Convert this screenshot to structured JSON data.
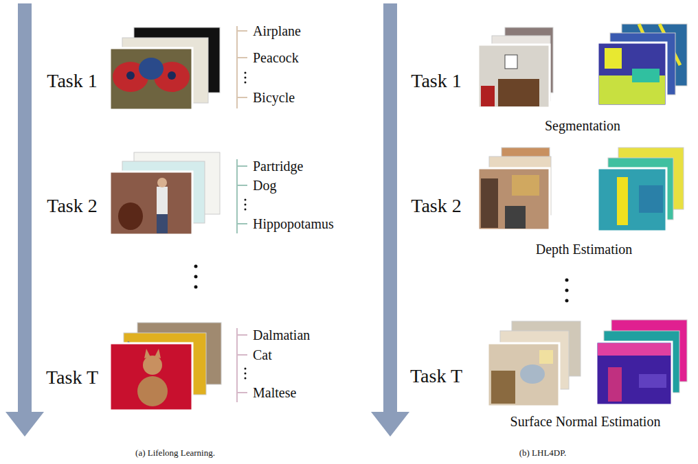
{
  "diagram": {
    "labels": [
      "Task 1",
      "Airplane",
      "Peacock",
      "Bicycle",
      "Task 2",
      "Partridge",
      "Dog",
      "Hippopotamus",
      "Task T",
      "Dalmatian",
      "Cat",
      "Maltese",
      "(a) Lifelong Learning.",
      "Task 1",
      "Segmentation",
      "Task 2",
      "Depth Estimation",
      "Task T",
      "Surface Normal Estimation",
      "(b) LHL4DP."
    ]
  }
}
